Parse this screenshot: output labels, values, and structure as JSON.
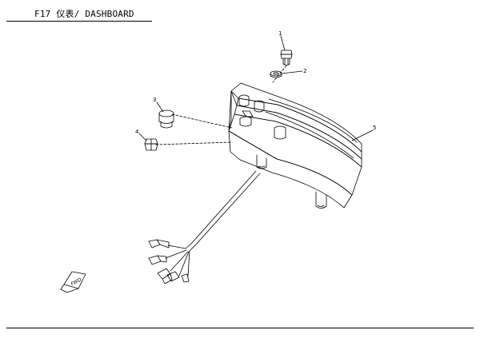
{
  "header": {
    "title": "F17 仪表/ DASHBOARD"
  },
  "diagram": {
    "parts": [
      {
        "id": "part-1",
        "label": "1"
      },
      {
        "id": "part-2",
        "label": "2"
      },
      {
        "id": "part-3",
        "label": "3"
      },
      {
        "id": "part-4",
        "label": "4"
      },
      {
        "id": "part-5",
        "label": "5"
      }
    ],
    "direction_marker": "FWD"
  },
  "colors": {
    "ink": "#000000",
    "background": "#ffffff"
  }
}
